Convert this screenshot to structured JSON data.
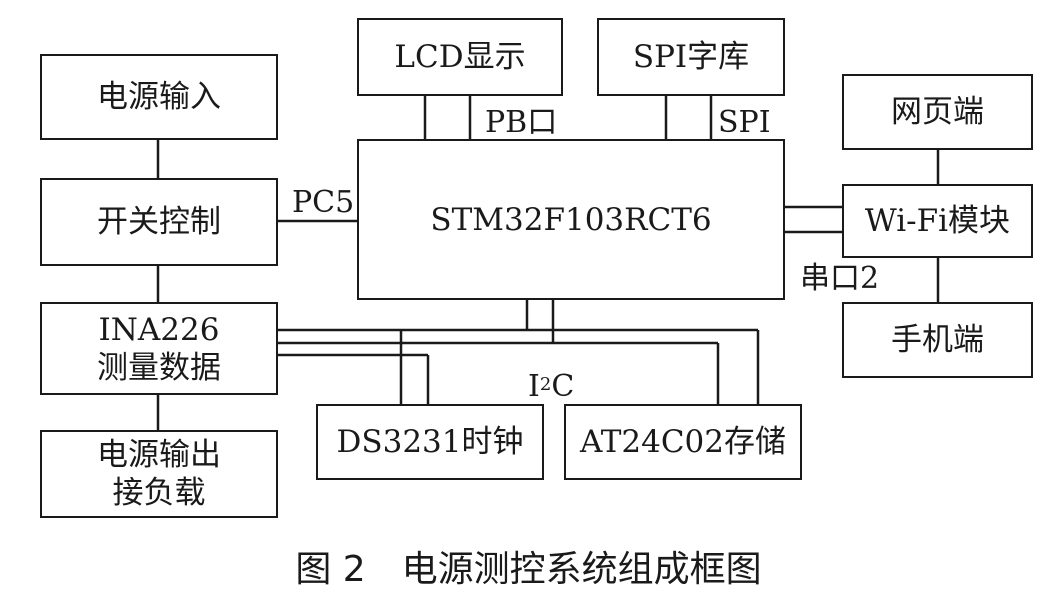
{
  "blocks": {
    "power_in": "电源输入",
    "switch": "开关控制",
    "ina_line1": "INA226",
    "ina_line2": "测量数据",
    "out_line1": "电源输出",
    "out_line2": "接负载",
    "lcd": "LCD显示",
    "spi_font": "SPI字库",
    "mcu": "STM32F103RCT6",
    "web": "网页端",
    "wifi": "Wi-Fi模块",
    "phone": "手机端",
    "rtc": "DS3231时钟",
    "eeprom": "AT24C02存储"
  },
  "labels": {
    "pc5": "PC5",
    "pb": "PB口",
    "spi": "SPI",
    "uart": "串口2",
    "i2c_i": "I",
    "i2c_sup": "2",
    "i2c_c": "C"
  },
  "caption": "图 2　电源测控系统组成框图"
}
